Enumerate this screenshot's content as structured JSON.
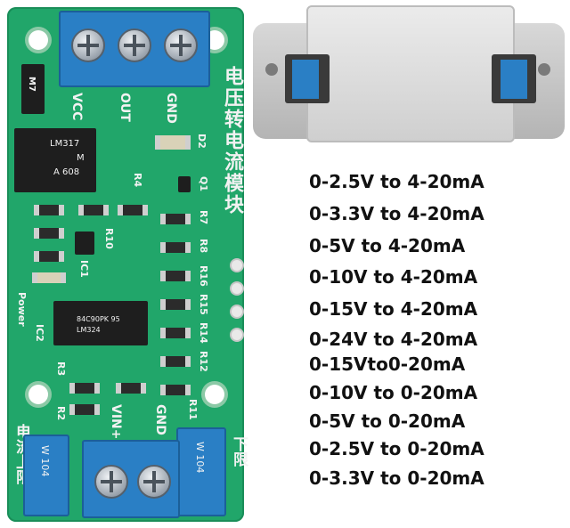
{
  "board": {
    "vcc_label": "VCC",
    "out_label": "OUT",
    "gnd_top_label": "GND",
    "title_cn": "电压转电流模块",
    "d2_label": "D2",
    "q1_label": "Q1",
    "r4_label": "R4",
    "r7_label": "R7",
    "r8_label": "R8",
    "r10_label": "R10",
    "r16_label": "R16",
    "r15_label": "R15",
    "r14_label": "R14",
    "r12_label": "R12",
    "r11_label": "R11",
    "r3_label": "R3",
    "r2_label": "R2",
    "ic1_label": "IC1",
    "ic2_label": "IC2",
    "power_label": "Power",
    "vin_label": "VIN+",
    "gnd_bottom_label": "GND",
    "upper_limit_left": "电流上限",
    "upper_limit_right": "下限",
    "reg_line1": "LM317",
    "reg_line2": "M",
    "reg_line3": "A 608",
    "opamp_line1": "84C90PK 95",
    "opamp_line2": "LM324",
    "diode_label": "M7",
    "pot_label": "W 104"
  },
  "specs": [
    "0-2.5V to 4-20mA",
    "0-3.3V to 4-20mA",
    "0-5V to 4-20mA",
    "0-10V to 4-20mA",
    "0-15V to 4-20mA",
    "0-24V to 4-20mA",
    "0-15Vto0-20mA",
    "0-10V to 0-20mA",
    "0-5V to 0-20mA",
    "0-2.5V to 0-20mA",
    "0-3.3V to 0-20mA"
  ]
}
